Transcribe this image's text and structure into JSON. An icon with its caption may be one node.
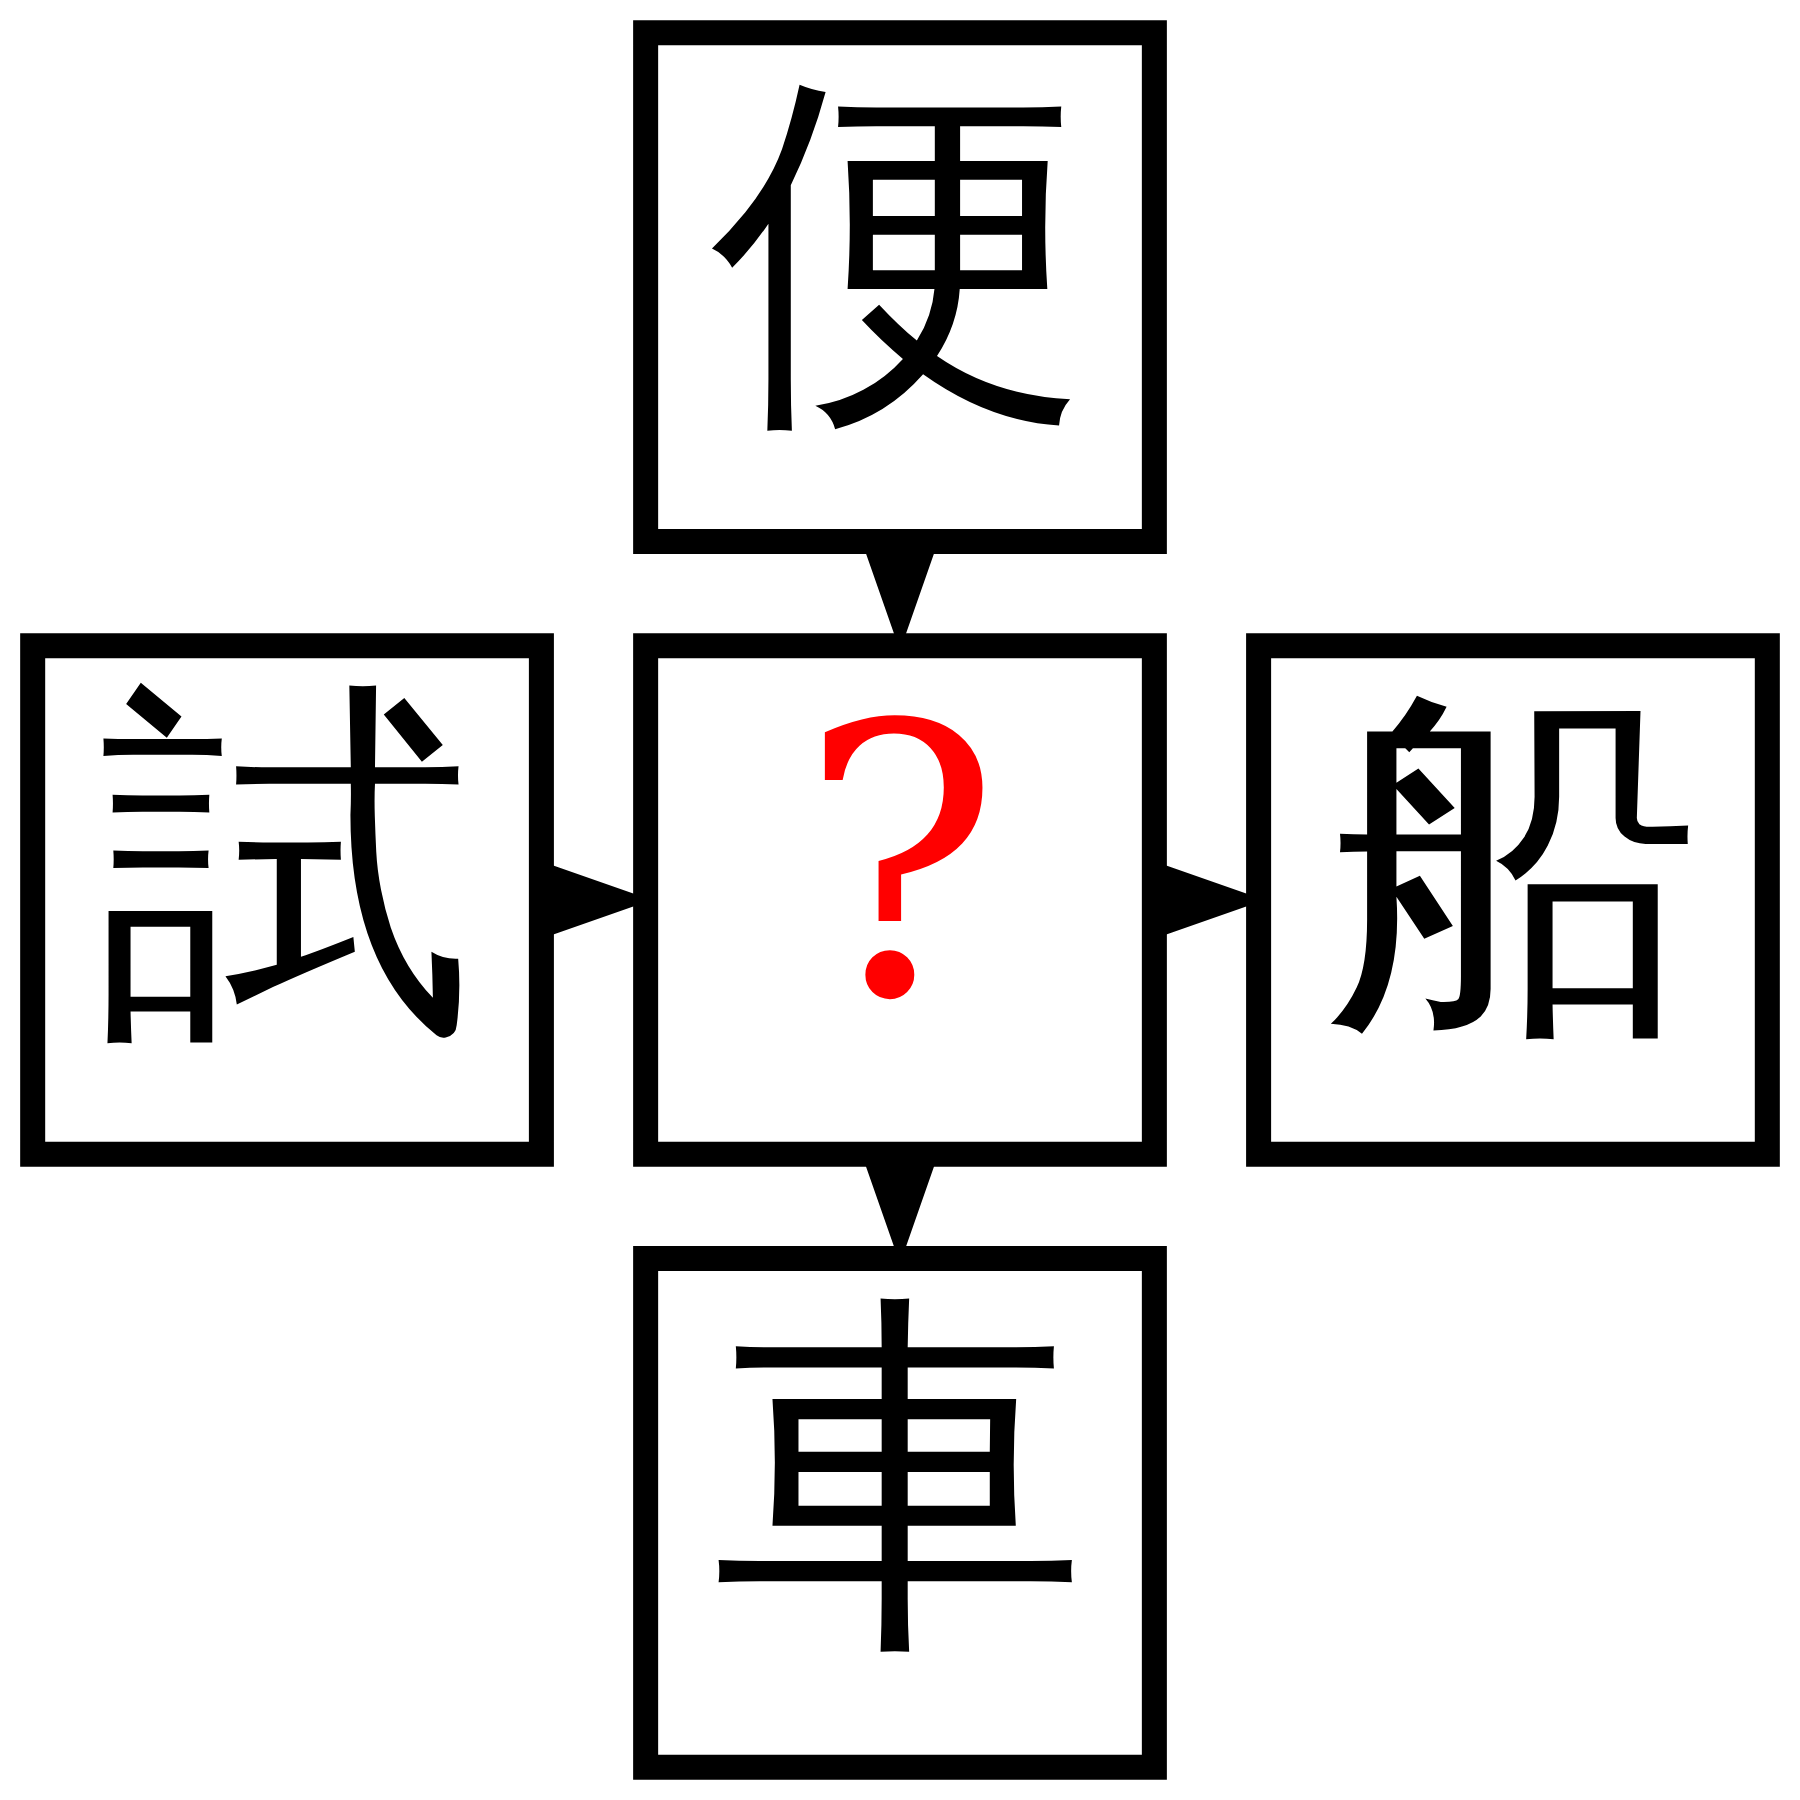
{
  "diagram": {
    "nodes": [
      {
        "text": [
          "便"
        ]
      },
      {
        "text": [
          "試"
        ]
      },
      {
        "text": [
          "?"
        ]
      },
      {
        "text": [
          "船"
        ]
      },
      {
        "text": [
          "車"
        ]
      }
    ],
    "edges": [
      {
        "from": 0,
        "to": 2,
        "arrow": "to"
      },
      {
        "from": 1,
        "to": 2,
        "arrow": "to"
      },
      {
        "from": 2,
        "to": 3,
        "arrow": "to"
      },
      {
        "from": 2,
        "to": 4,
        "arrow": "to"
      }
    ]
  }
}
